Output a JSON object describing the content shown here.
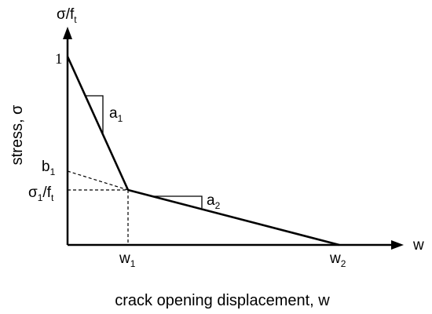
{
  "diagram": {
    "y_axis_label": "stress, σ",
    "x_axis_label": "crack opening displacement, w",
    "y_axis_end_label": {
      "main": "σ/f",
      "sub": "t"
    },
    "x_axis_end_label": "w",
    "y_tick_one": "1",
    "b1_label": {
      "main": "b",
      "sub": "1"
    },
    "sigma1_label": {
      "main1": "σ",
      "sub1": "1",
      "main2": "/f",
      "sub2": "t"
    },
    "w1_label": {
      "main": "w",
      "sub": "1"
    },
    "w2_label": {
      "main": "w",
      "sub": "2"
    },
    "a1_label": {
      "main": "a",
      "sub": "1"
    },
    "a2_label": {
      "main": "a",
      "sub": "2"
    }
  },
  "chart_data": {
    "type": "line",
    "series": [
      {
        "x": [
          0,
          0.23,
          1.0
        ],
        "y": [
          1.0,
          0.29,
          0.0
        ]
      }
    ],
    "x_ticks": [
      "w1",
      "w2"
    ],
    "y_ticks": [
      "1",
      "b1",
      "σ1/ft"
    ],
    "grid": false
  },
  "colors": {
    "line": "#000000",
    "background": "#ffffff"
  }
}
